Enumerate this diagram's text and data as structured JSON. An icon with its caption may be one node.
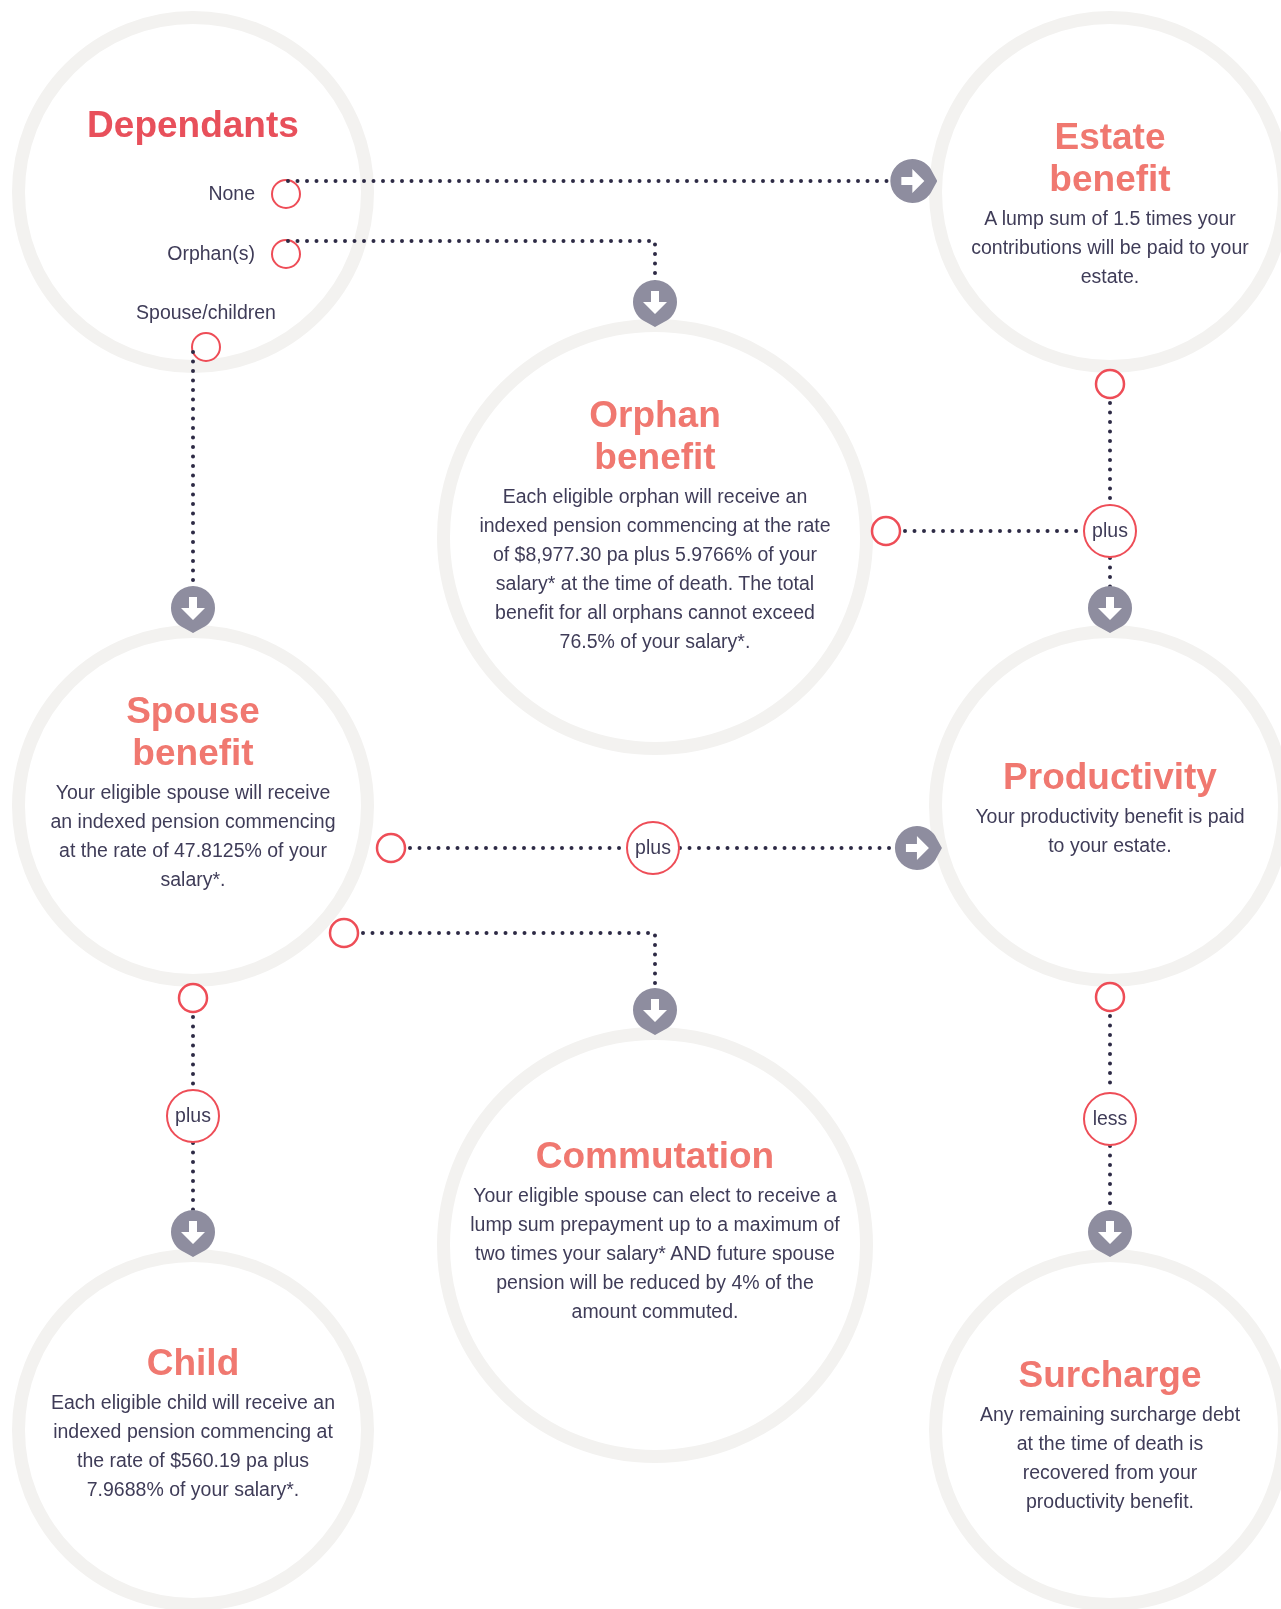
{
  "diagram": {
    "nodes": [
      {
        "text": [
          "Dependants"
        ]
      },
      {
        "text": [
          "None"
        ],
        "in": 0
      },
      {
        "text": [
          "Orphan(s)"
        ],
        "in": 0
      },
      {
        "text": [
          "Spouse/children"
        ],
        "in": 0
      },
      {
        "text": [
          "Estate benefit",
          "A lump sum of 1.5 times your contributions will be paid to your estate."
        ]
      },
      {
        "text": [
          "Orphan benefit",
          "Each eligible orphan will receive an indexed pension commencing at the rate of $8,977.30 pa plus 5.9766% of your salary* at the time of death. The total benefit for all orphans cannot exceed 76.5% of your salary*."
        ]
      },
      {
        "text": [
          "plus"
        ]
      },
      {
        "text": [
          "Spouse benefit",
          "Your eligible spouse will receive an indexed pension commencing at the rate of 47.8125% of your salary*."
        ]
      },
      {
        "text": [
          "plus"
        ]
      },
      {
        "text": [
          "Productivity",
          "Your productivity benefit is paid to your estate."
        ]
      },
      {
        "text": [
          "Commutation",
          "Your eligible spouse can elect to receive a lump sum prepayment up to a maximum of two times your salary* AND future spouse pension will be reduced by 4% of the amount commuted."
        ]
      },
      {
        "text": [
          "plus"
        ]
      },
      {
        "text": [
          "less"
        ]
      },
      {
        "text": [
          "Child",
          "Each eligible child will receive an indexed pension commencing at the rate of $560.19 pa plus 7.9688% of your salary*."
        ]
      },
      {
        "text": [
          "Surcharge",
          "Any remaining surcharge debt at the time of death is recovered from your productivity benefit."
        ]
      }
    ],
    "edges": [
      {
        "from": 1,
        "to": 4,
        "arrow": "to",
        "style": "dashed"
      },
      {
        "from": 2,
        "to": 5,
        "arrow": "to",
        "style": "dashed"
      },
      {
        "from": 3,
        "to": 7,
        "arrow": "to",
        "style": "dashed"
      },
      {
        "from": 4,
        "to": 6,
        "arrow": "other",
        "style": "dashed"
      },
      {
        "from": 5,
        "to": 6,
        "arrow": "other",
        "style": "dashed"
      },
      {
        "from": 6,
        "to": 9,
        "arrow": "to",
        "style": "dashed"
      },
      {
        "from": 7,
        "to": 8,
        "arrow": "other",
        "style": "dashed"
      },
      {
        "from": 8,
        "to": 9,
        "arrow": "to",
        "style": "dashed"
      },
      {
        "from": 7,
        "to": 10,
        "arrow": "to",
        "style": "dashed"
      },
      {
        "from": 7,
        "to": 11,
        "arrow": "other",
        "style": "dashed"
      },
      {
        "from": 11,
        "to": 13,
        "arrow": "to",
        "style": "dashed"
      },
      {
        "from": 9,
        "to": 12,
        "arrow": "other",
        "style": "dashed"
      },
      {
        "from": 12,
        "to": 14,
        "arrow": "to",
        "style": "dashed"
      }
    ]
  }
}
